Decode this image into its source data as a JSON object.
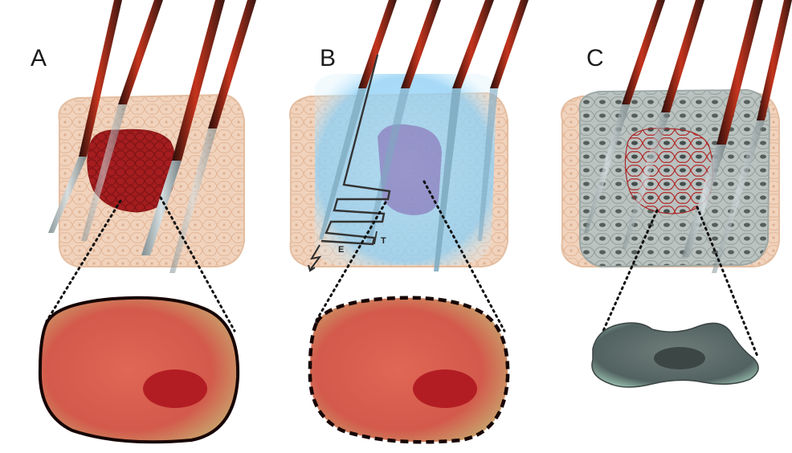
{
  "figure": {
    "panels": [
      {
        "id": "A",
        "label": "A"
      },
      {
        "id": "B",
        "label": "B"
      },
      {
        "id": "C",
        "label": "C"
      }
    ],
    "annotations": {
      "electrode_a": "E",
      "electrode_b": "T"
    },
    "icons": {
      "probe": "electrode-needle-icon",
      "tissue": "cell-cluster",
      "cell": "cell-icon",
      "current": "lightning-icon"
    },
    "colors": {
      "tissue": "#f1d3bd",
      "cell_border": "#e7bea3",
      "lesion": "#a51d1f",
      "field": "#8fd0f5",
      "field_core": "#6a1b8a",
      "dead_tissue": "#aeb8b6",
      "dead_cell": "#4e5957",
      "probe_dark": "#3a1712",
      "probe_red": "#c4341d",
      "cell_fill": "#d35a4c",
      "nucleus": "#b21d23"
    }
  }
}
